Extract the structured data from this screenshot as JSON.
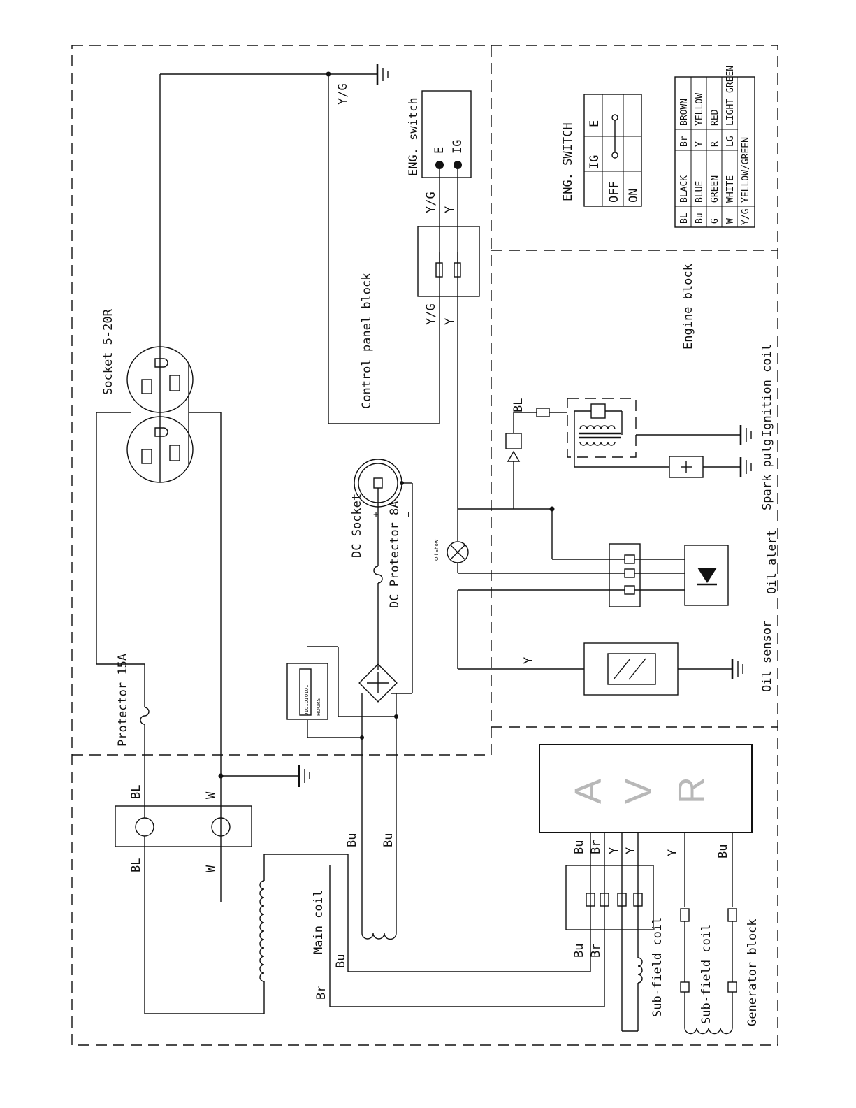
{
  "labels": {
    "socket_520r": "Socket 5-20R",
    "protector_15a": "Protector 15A",
    "dc_socket": "DC  Socket",
    "dc_protector": "DC Protector 8A",
    "control_panel_block": "Control panel block",
    "eng_switch": "ENG. switch",
    "engine_block": "Engine block",
    "ignition_coil": "Ignition coil",
    "spark_plug": "Spark pulg",
    "oil_alert": "Oil alert",
    "oil_sensor": "Oil sensor",
    "oil_show": "Oil Show",
    "main_coil": "Main coil",
    "sub_field_coil_1": "Sub-field coil",
    "sub_field_coil_2": "Sub-field coil",
    "generator_block": "Generator block",
    "avr_a": "A",
    "avr_v": "V",
    "avr_r": "R",
    "plus": "+",
    "minus": "–",
    "switch_e": "E",
    "switch_ig": "IG",
    "hours": "HOURS",
    "hour_digits": "0101010101"
  },
  "wire_labels": {
    "yg_ground": "Y/G",
    "yg_switch": "Y/G",
    "y_switch": "Y",
    "yg_panel": "Y/G",
    "y_panel": "Y",
    "bl_ignition": "BL",
    "y_sensor": "Y",
    "bl_top": "BL",
    "w_top": "W",
    "bl_bottom": "BL",
    "w_bottom": "W",
    "bu_1": "Bu",
    "bu_2": "Bu",
    "bu_main": "Bu",
    "br_main": "Br",
    "avr_bu": "Bu",
    "avr_br": "Br",
    "avr_y1": "Y",
    "avr_y2": "Y",
    "avr_y_right": "Y",
    "avr_bu_right": "Bu",
    "conn_bu": "Bu",
    "conn_br": "Br"
  },
  "eng_switch_table": {
    "title": "ENG. SWITCH",
    "col_ig": "IG",
    "col_e": "E",
    "row_off": "OFF",
    "row_on": "ON"
  },
  "color_legend": [
    {
      "code": "BL",
      "name": "BLACK"
    },
    {
      "code": "Bu",
      "name": "BLUE"
    },
    {
      "code": "G",
      "name": "GREEN"
    },
    {
      "code": "W",
      "name": "WHITE"
    },
    {
      "code": "Y/G",
      "name": "YELLOW/GREEN"
    },
    {
      "code": "Br",
      "name": "BROWN"
    },
    {
      "code": "Y",
      "name": "YELLOW"
    },
    {
      "code": "R",
      "name": "RED"
    },
    {
      "code": "LG",
      "name": "LIGHT GREEN"
    }
  ]
}
